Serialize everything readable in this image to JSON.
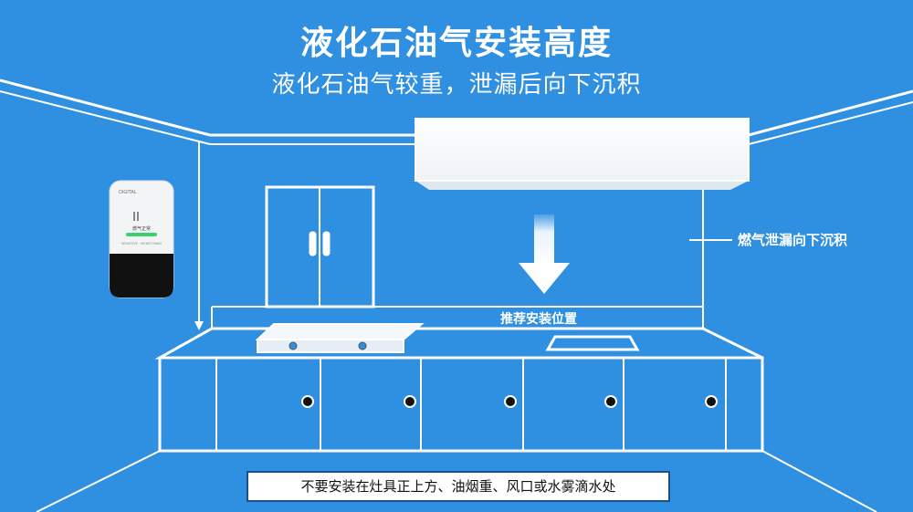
{
  "title": "液化石油气安装高度",
  "subtitle": "液化石油气较重，泄漏后向下沉积",
  "gas_note": "燃气泄漏向下沉积",
  "install_label": "推荐安装位置",
  "warning": "不要安装在灶具正上方、油烟重、风口或水雾滴水处",
  "detector": {
    "brand": "DIGITAL",
    "status_line": "燃气正常",
    "small_text": "SENSITIVE · MONITORING"
  },
  "colors": {
    "background": "#2f8fe0",
    "line": "#ffffff",
    "detector_body": "#f2f4f6",
    "detector_bottom": "#111111",
    "indicator": "#3ad16b"
  }
}
